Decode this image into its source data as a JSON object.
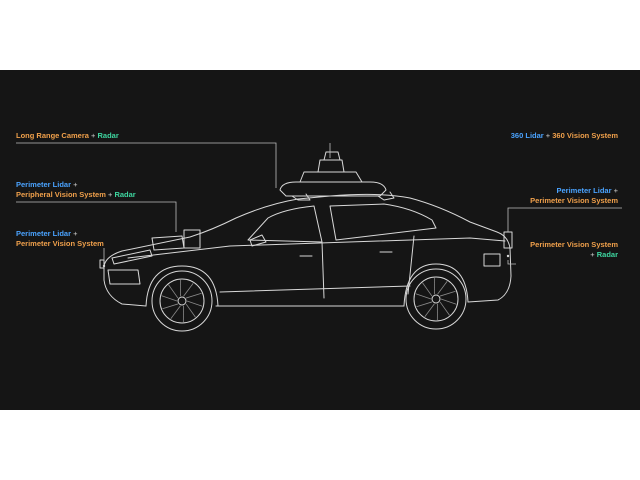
{
  "colors": {
    "background": "#151515",
    "lidar": "#4aa3ff",
    "vision": "#f0a04b",
    "radar": "#3ed6a0",
    "outline": "#d8d8d8"
  },
  "labels": {
    "long_range": {
      "camera": "Long Range Camera",
      "plus": " + ",
      "radar": "Radar"
    },
    "roof": {
      "lidar": "360 Lidar",
      "plus": " + ",
      "vision": "360 Vision System"
    },
    "front_upper": {
      "lidar": "Perimeter Lidar",
      "plus1": " +",
      "vision": "Peripheral Vision System",
      "plus2": " + ",
      "radar": "Radar"
    },
    "front_lower": {
      "lidar": "Perimeter Lidar",
      "plus": " +",
      "vision": "Perimeter Vision System"
    },
    "rear_upper": {
      "lidar": "Perimeter Lidar",
      "plus": " +",
      "vision": "Perimeter Vision System"
    },
    "rear_lower": {
      "vision": "Perimeter Vision System",
      "plus": "+ ",
      "radar": "Radar"
    }
  }
}
